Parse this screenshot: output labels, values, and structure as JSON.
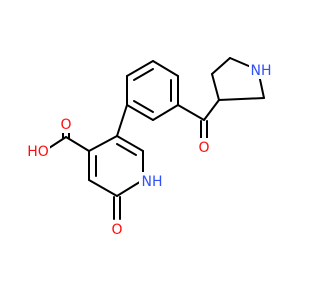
{
  "colors": {
    "carbon": "#000000",
    "oxygen": "#ff0d0d",
    "nitrogen": "#3050f8"
  },
  "atoms": {
    "oh_acid": "HO",
    "o_acid": "O",
    "o_ketone": "O",
    "nh_pyrrolidine": "NH",
    "nh_pyridone": "NH",
    "o_pyridone": "O"
  }
}
